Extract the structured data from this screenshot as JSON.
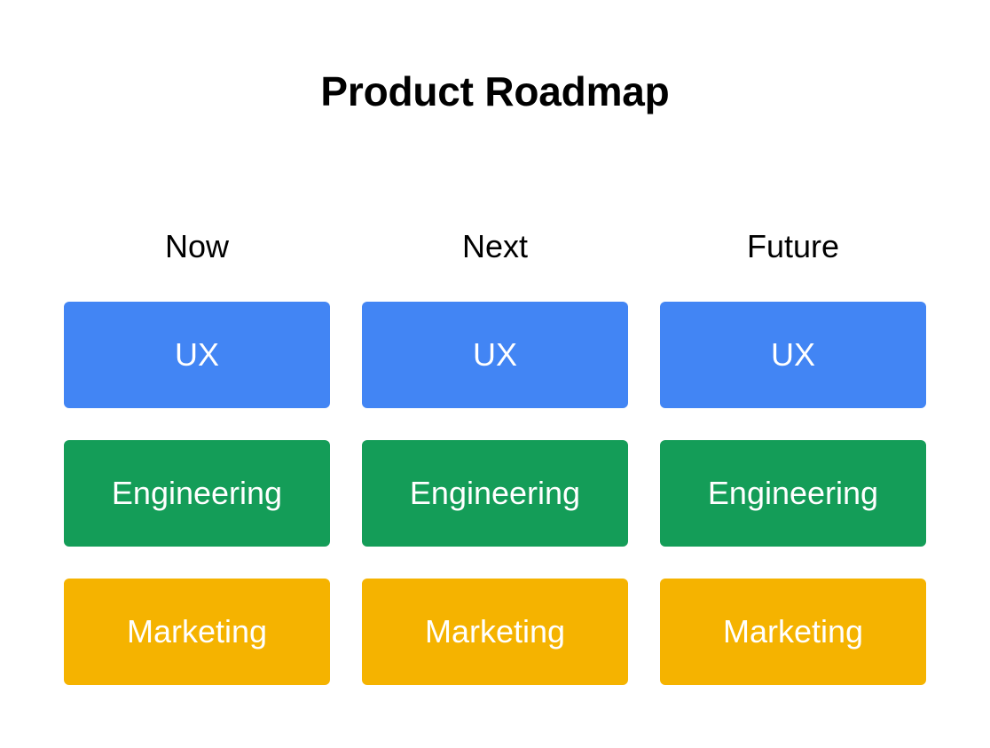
{
  "page": {
    "title": "Product Roadmap",
    "background_color": "#FFFFFF",
    "title_color": "#000000"
  },
  "board": {
    "columns": [
      {
        "id": "now",
        "header": "Now"
      },
      {
        "id": "next",
        "header": "Next"
      },
      {
        "id": "future",
        "header": "Future"
      }
    ],
    "swimlanes": [
      {
        "id": "ux",
        "label": "UX",
        "color": "#4285F4"
      },
      {
        "id": "eng",
        "label": "Engineering",
        "color": "#149D58"
      },
      {
        "id": "marketing",
        "label": "Marketing",
        "color": "#F5B300"
      }
    ],
    "cards": [
      [
        {
          "label": "UX",
          "color": "#4285F4"
        },
        {
          "label": "UX",
          "color": "#4285F4"
        },
        {
          "label": "UX",
          "color": "#4285F4"
        }
      ],
      [
        {
          "label": "Engineering",
          "color": "#149D58"
        },
        {
          "label": "Engineering",
          "color": "#149D58"
        },
        {
          "label": "Engineering",
          "color": "#149D58"
        }
      ],
      [
        {
          "label": "Marketing",
          "color": "#F5B300"
        },
        {
          "label": "Marketing",
          "color": "#F5B300"
        },
        {
          "label": "Marketing",
          "color": "#F5B300"
        }
      ]
    ]
  }
}
